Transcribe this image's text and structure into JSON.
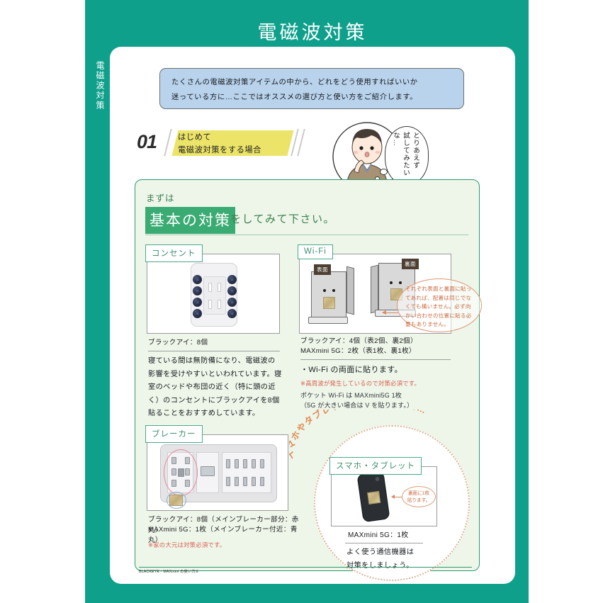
{
  "page": {
    "title": "電磁波対策",
    "side_label": "電磁波対策",
    "footer_code": "BLACKEYE・MAXmini の使い方①"
  },
  "intro": {
    "line1": "たくさんの電磁波対策アイテムの中から、どれをどう使用すればいいか",
    "line2": "迷っている方に…ここではオススメの選び方と使い方をご紹介します。"
  },
  "section": {
    "number": "01",
    "heading_line1": "はじめて",
    "heading_line2": "電磁波対策をする場合",
    "character_bubble": "とりあえず\n試してみたいな…",
    "lead_small": "まずは",
    "lead_highlight": "基本の対策",
    "lead_tail": "をしてみて下さい。"
  },
  "items": {
    "outlet": {
      "tag": "コンセント",
      "spec": "ブラックアイ：8個",
      "body": "寝ている間は無防備になり、電磁波の影響を受けやすいといわれています。寝室のベッドや布団の近く（特に頭の近く）のコンセントにブラックアイを8個貼ることをおすすめしています。"
    },
    "wifi": {
      "tag": "Wi-Fi",
      "spec_line1": "ブラックアイ：4個（表2個、裏2個）",
      "spec_line2": "MAXmini 5G：2枚（表1枚、裏1枚）",
      "body": "・Wi-Fi の両面に貼ります。",
      "note_red": "※高周波が発生しているので対策必須です。",
      "note_gray_line1": "ポケット Wi-Fi は MAXmini5G  1枚",
      "note_gray_line2": "（5G が大きい場合は V を貼ります。）",
      "label_front": "表面",
      "label_back": "裏面",
      "callout": "それぞれ表面と裏面に貼ってあれば、配置は同じでなくても構いません。必ず向かい合わせの位置に貼る必要もありません。"
    },
    "breaker": {
      "tag": "ブレーカー",
      "spec_line1": "ブラックアイ：8個（メインブレーカー部分：赤丸）",
      "spec_line2": "MAXmini 5G：1枚（メインブレーカー付近：青丸）",
      "note_red": "※家の大元は対策必須です。"
    },
    "smartphone": {
      "arc_text": "スマホやタブレットをよく使う場合…",
      "tag": "スマホ・タブレット",
      "spec": "MAXmini 5G：1枚",
      "body_line1": "よく使う通信機器は",
      "body_line2": "対策をしましょう。",
      "callout_line1": "裏面に1枚",
      "callout_line2": "貼ります。"
    }
  },
  "colors": {
    "teal": "#0fa08c",
    "green_panel": "#eef6ea",
    "green_border": "#2a9b6e",
    "highlight_green": "#3aab72",
    "yellow": "#ece468",
    "intro_blue": "#b9d3ec",
    "orange": "#cc6a3d",
    "red_note": "#d8604f"
  }
}
